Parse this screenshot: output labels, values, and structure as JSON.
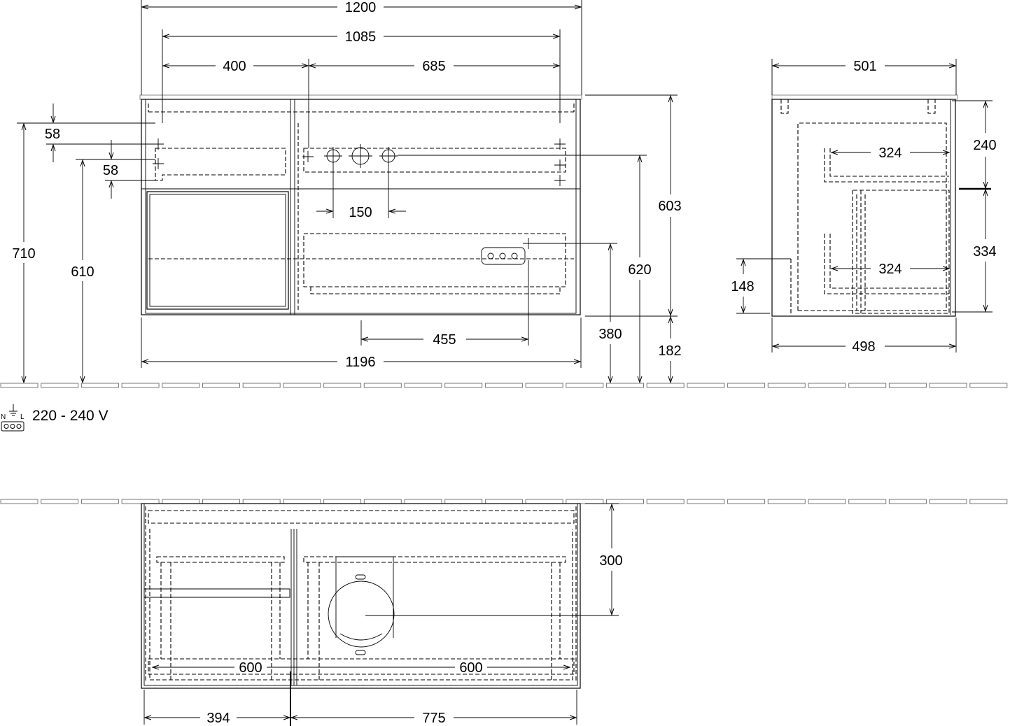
{
  "power": {
    "voltage_label": "220 - 240 V",
    "icon": "socket-icon",
    "terminal_labels": [
      "N",
      "L"
    ]
  },
  "front_view": {
    "dims": {
      "overall_width": "1200",
      "inner_width": "1085",
      "left_section": "400",
      "right_section": "685",
      "top_gap_a": "58",
      "top_gap_b": "58",
      "total_height_floor": "710",
      "height_610": "610",
      "tap_spacing": "150",
      "cabinet_height": "603",
      "height_620": "620",
      "socket_height": "380",
      "floor_clearance": "182",
      "socket_offset": "455",
      "bottom_width": "1196"
    }
  },
  "side_view": {
    "dims": {
      "top_depth": "501",
      "upper_height": "240",
      "upper_drawer_depth": "324",
      "lower_height": "334",
      "lower_drawer_depth": "324",
      "side_height": "148",
      "bottom_depth": "498"
    }
  },
  "top_view": {
    "dims": {
      "depth": "300",
      "left_drawer": "600",
      "right_drawer": "600",
      "left_width": "394",
      "right_width": "775"
    }
  }
}
